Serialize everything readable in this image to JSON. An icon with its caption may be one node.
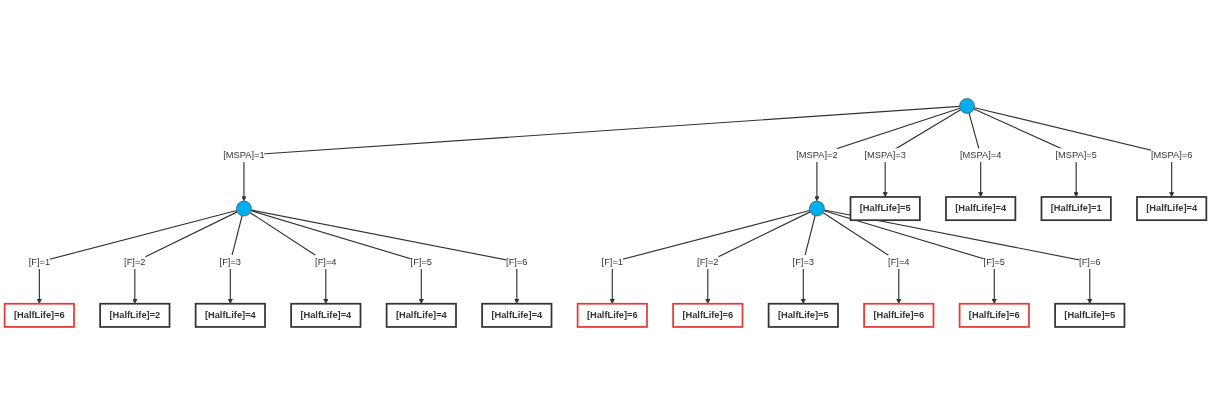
{
  "diagram": {
    "nodes": [
      {
        "text": [],
        "shape": "circle"
      },
      {
        "text": [],
        "shape": "circle"
      },
      {
        "text": [],
        "shape": "circle"
      },
      {
        "text": [
          "[HalfLife]=5"
        ]
      },
      {
        "text": [
          "[HalfLife]=4"
        ]
      },
      {
        "text": [
          "[HalfLife]=1"
        ]
      },
      {
        "text": [
          "[HalfLife]=4"
        ]
      },
      {
        "text": [
          "[HalfLife]=6"
        ]
      },
      {
        "text": [
          "[HalfLife]=2"
        ]
      },
      {
        "text": [
          "[HalfLife]=4"
        ]
      },
      {
        "text": [
          "[HalfLife]=4"
        ]
      },
      {
        "text": [
          "[HalfLife]=4"
        ]
      },
      {
        "text": [
          "[HalfLife]=4"
        ]
      },
      {
        "text": [
          "[HalfLife]=6"
        ]
      },
      {
        "text": [
          "[HalfLife]=6"
        ]
      },
      {
        "text": [
          "[HalfLife]=5"
        ]
      },
      {
        "text": [
          "[HalfLife]=6"
        ]
      },
      {
        "text": [
          "[HalfLife]=6"
        ]
      },
      {
        "text": [
          "[HalfLife]=5"
        ]
      }
    ],
    "edges": [
      {
        "from": 0,
        "to": 1,
        "arrow": "to",
        "label": "[MSPA]=1"
      },
      {
        "from": 0,
        "to": 2,
        "arrow": "to",
        "label": "[MSPA]=2"
      },
      {
        "from": 0,
        "to": 3,
        "arrow": "to",
        "label": "[MSPA]=3"
      },
      {
        "from": 0,
        "to": 4,
        "arrow": "to",
        "label": "[MSPA]=4"
      },
      {
        "from": 0,
        "to": 5,
        "arrow": "to",
        "label": "[MSPA]=5"
      },
      {
        "from": 0,
        "to": 6,
        "arrow": "to",
        "label": "[MSPA]=6"
      },
      {
        "from": 1,
        "to": 7,
        "arrow": "to",
        "label": "[F]=1"
      },
      {
        "from": 1,
        "to": 8,
        "arrow": "to",
        "label": "[F]=2"
      },
      {
        "from": 1,
        "to": 9,
        "arrow": "to",
        "label": "[F]=3"
      },
      {
        "from": 1,
        "to": 10,
        "arrow": "to",
        "label": "[F]=4"
      },
      {
        "from": 1,
        "to": 11,
        "arrow": "to",
        "label": "[F]=5"
      },
      {
        "from": 1,
        "to": 12,
        "arrow": "to",
        "label": "[F]=6"
      },
      {
        "from": 2,
        "to": 13,
        "arrow": "to",
        "label": "[F]=1"
      },
      {
        "from": 2,
        "to": 14,
        "arrow": "to",
        "label": "[F]=2"
      },
      {
        "from": 2,
        "to": 15,
        "arrow": "to",
        "label": "[F]=3"
      },
      {
        "from": 2,
        "to": 16,
        "arrow": "to",
        "label": "[F]=4"
      },
      {
        "from": 2,
        "to": 17,
        "arrow": "to",
        "label": "[F]=5"
      },
      {
        "from": 2,
        "to": 18,
        "arrow": "to",
        "label": "[F]=6"
      }
    ]
  }
}
